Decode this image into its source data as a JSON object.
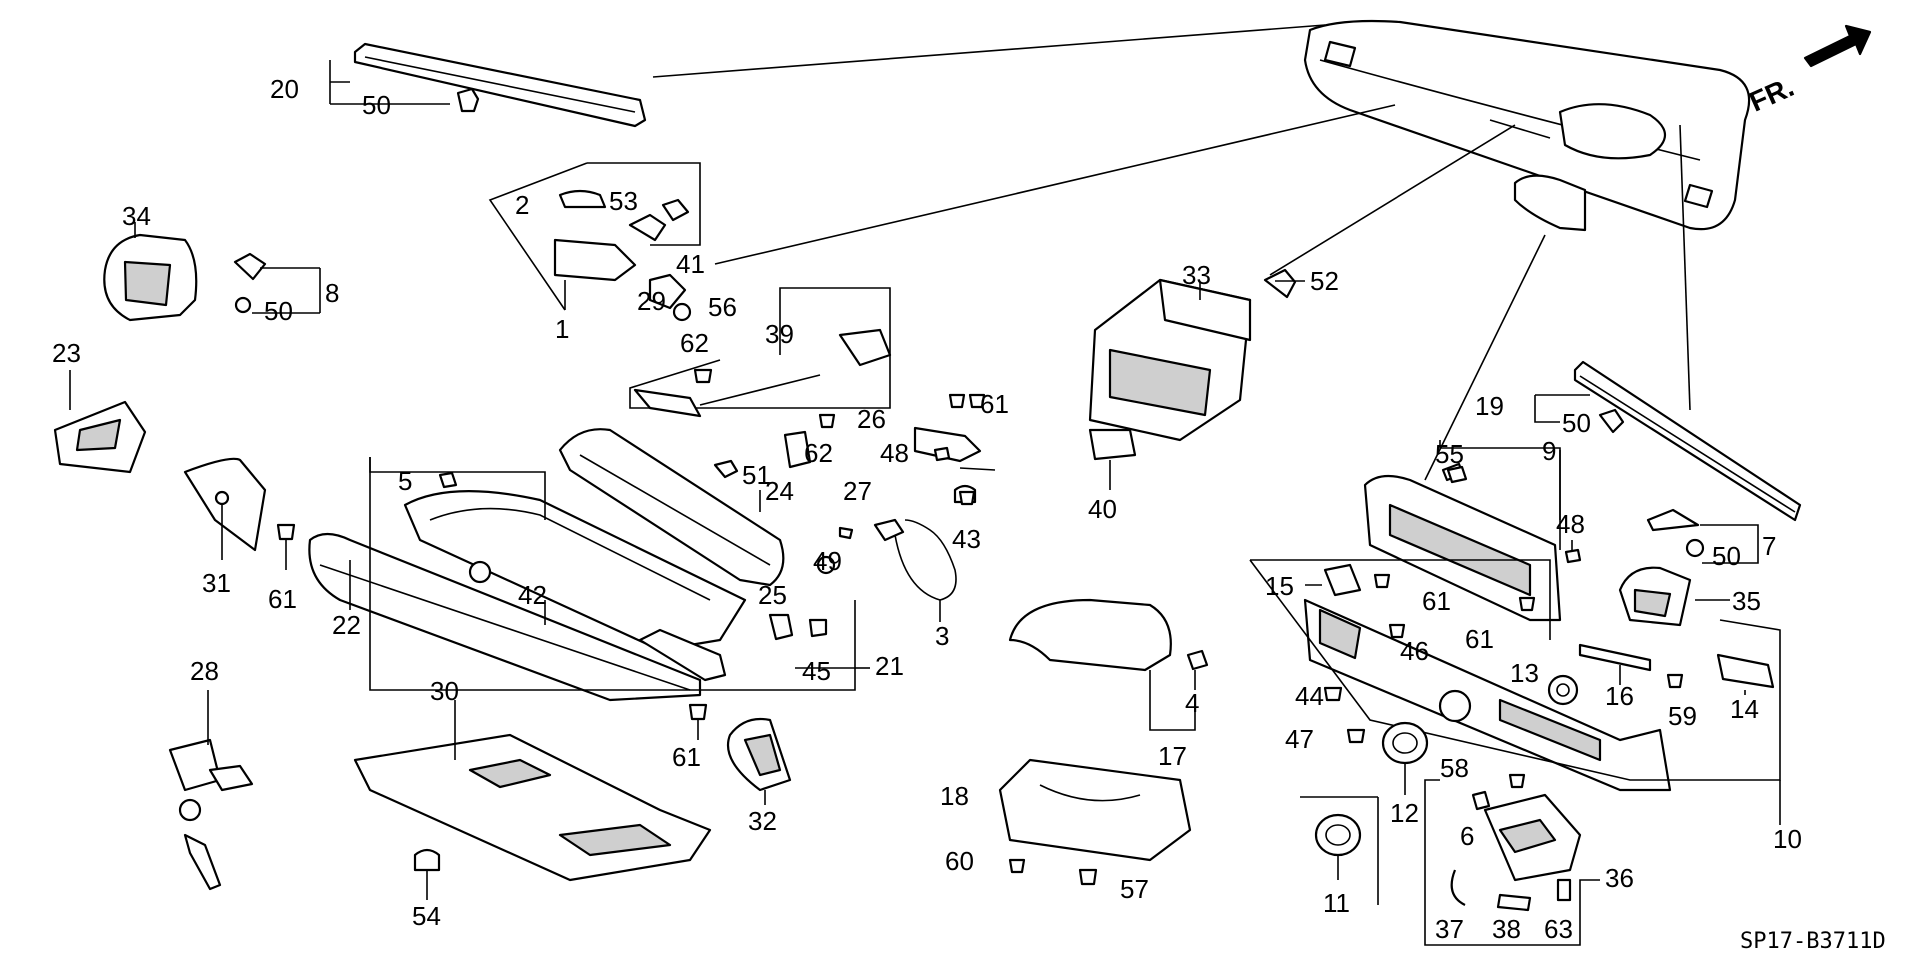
{
  "diagram_code": "SP17-B3711D",
  "front_indicator": "FR.",
  "labels": [
    {
      "id": "l1",
      "text": "1"
    },
    {
      "id": "l2",
      "text": "2"
    },
    {
      "id": "l3",
      "text": "3"
    },
    {
      "id": "l4",
      "text": "4"
    },
    {
      "id": "l5",
      "text": "5"
    },
    {
      "id": "l6",
      "text": "6"
    },
    {
      "id": "l7",
      "text": "7"
    },
    {
      "id": "l8",
      "text": "8"
    },
    {
      "id": "l9",
      "text": "9"
    },
    {
      "id": "l10",
      "text": "10"
    },
    {
      "id": "l11",
      "text": "11"
    },
    {
      "id": "l12",
      "text": "12"
    },
    {
      "id": "l13",
      "text": "13"
    },
    {
      "id": "l14",
      "text": "14"
    },
    {
      "id": "l15",
      "text": "15"
    },
    {
      "id": "l16",
      "text": "16"
    },
    {
      "id": "l17",
      "text": "17"
    },
    {
      "id": "l18",
      "text": "18"
    },
    {
      "id": "l19",
      "text": "19"
    },
    {
      "id": "l20",
      "text": "20"
    },
    {
      "id": "l21",
      "text": "21"
    },
    {
      "id": "l22",
      "text": "22"
    },
    {
      "id": "l23",
      "text": "23"
    },
    {
      "id": "l24",
      "text": "24"
    },
    {
      "id": "l25",
      "text": "25"
    },
    {
      "id": "l26",
      "text": "26"
    },
    {
      "id": "l27",
      "text": "27"
    },
    {
      "id": "l28",
      "text": "28"
    },
    {
      "id": "l29",
      "text": "29"
    },
    {
      "id": "l30",
      "text": "30"
    },
    {
      "id": "l31",
      "text": "31"
    },
    {
      "id": "l32",
      "text": "32"
    },
    {
      "id": "l33",
      "text": "33"
    },
    {
      "id": "l34",
      "text": "34"
    },
    {
      "id": "l35",
      "text": "35"
    },
    {
      "id": "l36",
      "text": "36"
    },
    {
      "id": "l37",
      "text": "37"
    },
    {
      "id": "l38",
      "text": "38"
    },
    {
      "id": "l39",
      "text": "39"
    },
    {
      "id": "l40",
      "text": "40"
    },
    {
      "id": "l41",
      "text": "41"
    },
    {
      "id": "l42",
      "text": "42"
    },
    {
      "id": "l43",
      "text": "43"
    },
    {
      "id": "l44",
      "text": "44"
    },
    {
      "id": "l45",
      "text": "45"
    },
    {
      "id": "l46",
      "text": "46"
    },
    {
      "id": "l47",
      "text": "47"
    },
    {
      "id": "l48a",
      "text": "48"
    },
    {
      "id": "l48b",
      "text": "48"
    },
    {
      "id": "l49",
      "text": "49"
    },
    {
      "id": "l50a",
      "text": "50"
    },
    {
      "id": "l50b",
      "text": "50"
    },
    {
      "id": "l50c",
      "text": "50"
    },
    {
      "id": "l50d",
      "text": "50"
    },
    {
      "id": "l51",
      "text": "51"
    },
    {
      "id": "l52",
      "text": "52"
    },
    {
      "id": "l53",
      "text": "53"
    },
    {
      "id": "l54",
      "text": "54"
    },
    {
      "id": "l55",
      "text": "55"
    },
    {
      "id": "l56",
      "text": "56"
    },
    {
      "id": "l57",
      "text": "57"
    },
    {
      "id": "l58",
      "text": "58"
    },
    {
      "id": "l59",
      "text": "59"
    },
    {
      "id": "l60",
      "text": "60"
    },
    {
      "id": "l61a",
      "text": "61"
    },
    {
      "id": "l61b",
      "text": "61"
    },
    {
      "id": "l61c",
      "text": "61"
    },
    {
      "id": "l61d",
      "text": "61"
    },
    {
      "id": "l61e",
      "text": "61"
    },
    {
      "id": "l62a",
      "text": "62"
    },
    {
      "id": "l62b",
      "text": "62"
    },
    {
      "id": "l63",
      "text": "63"
    }
  ]
}
